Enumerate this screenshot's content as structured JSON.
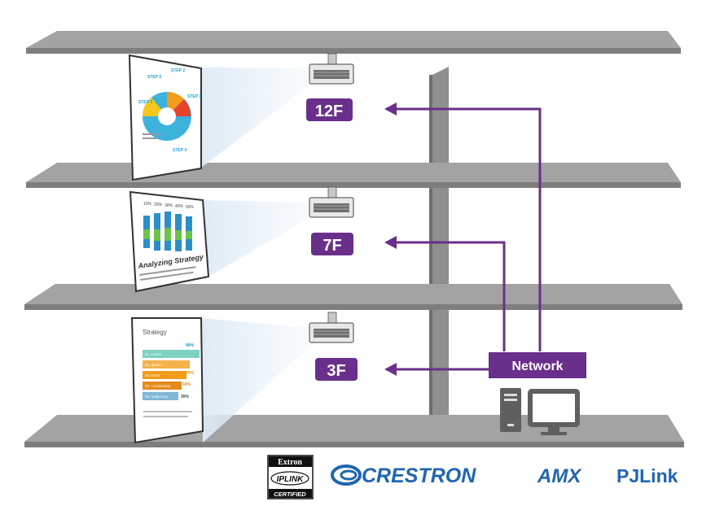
{
  "floors": {
    "top": {
      "label": "12F"
    },
    "middle": {
      "label": "7F"
    },
    "bottom": {
      "label": "3F"
    }
  },
  "network": {
    "label": "Network"
  },
  "screens": {
    "top": {
      "steps": [
        "STEP 2",
        "STEP 3",
        "STEP 1",
        "STEP 4",
        "STEP 5"
      ]
    },
    "middle": {
      "percent_ticks": [
        "10%",
        "20%",
        "30%",
        "40%",
        "50%"
      ],
      "title": "Analyzing Strategy"
    },
    "bottom": {
      "title": "Strategy",
      "rows": [
        "01. Lorem",
        "02. Ipsum",
        "03. Dolor",
        "04. Consectetur",
        "05. Adipiscing"
      ],
      "values": [
        "90%",
        "75%",
        "60%",
        "30%"
      ]
    }
  },
  "logos": {
    "extron": {
      "brand": "Extron",
      "product": "IPLINK",
      "certified": "CERTIFIED"
    },
    "crestron": "CRESTRON",
    "amx": "AMX",
    "pjlink": "PJLink"
  },
  "colors": {
    "purple": "#6a2f8a",
    "shelf": "#9d9d9d",
    "shelf_dark": "#7e7e7e",
    "crestron_blue": "#1f66b0"
  }
}
